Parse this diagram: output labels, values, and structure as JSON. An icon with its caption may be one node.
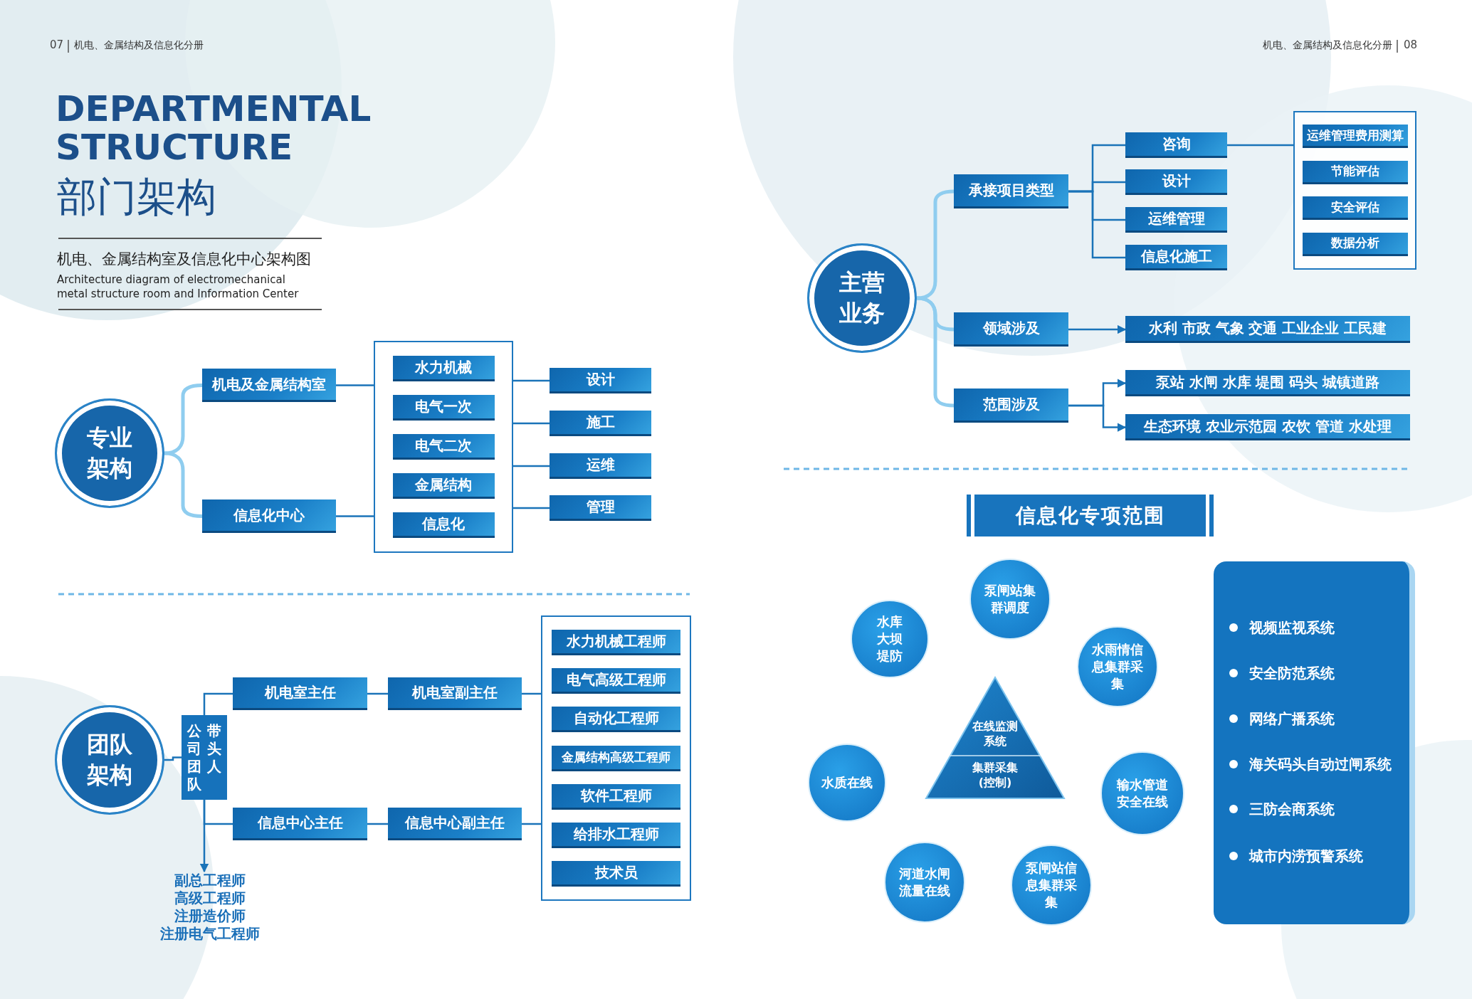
{
  "diagram": {
    "title": "DEPARTMENTAL STRUCTURE",
    "nodes": [
      {
        "text": [
          "专业架构"
        ]
      },
      {
        "text": [
          "机电及金属结构室"
        ]
      },
      {
        "text": [
          "信息化中心"
        ]
      },
      {
        "text": [],
        "shape": "box"
      },
      {
        "text": [
          "水力机械"
        ],
        "in": 3
      },
      {
        "text": [
          "电气一次"
        ],
        "in": 3
      },
      {
        "text": [
          "电气二次"
        ],
        "in": 3
      },
      {
        "text": [
          "金属结构"
        ],
        "in": 3
      },
      {
        "text": [
          "信息化"
        ],
        "in": 3
      },
      {
        "text": [
          "设计"
        ]
      },
      {
        "text": [
          "施工"
        ]
      },
      {
        "text": [
          "运维"
        ]
      },
      {
        "text": [
          "管理"
        ]
      },
      {
        "text": [
          "团队架构"
        ]
      },
      {
        "text": [
          "公司团队",
          "带头人"
        ]
      },
      {
        "text": [
          "机电室主任"
        ]
      },
      {
        "text": [
          "机电室副主任"
        ]
      },
      {
        "text": [
          "信息中心主任"
        ]
      },
      {
        "text": [
          "信息中心副主任"
        ]
      },
      {
        "text": [],
        "shape": "box"
      },
      {
        "text": [
          "水力机械工程师"
        ],
        "in": 19
      },
      {
        "text": [
          "电气高级工程师"
        ],
        "in": 19
      },
      {
        "text": [
          "自动化工程师"
        ],
        "in": 19
      },
      {
        "text": [
          "金属结构高级工程师"
        ],
        "in": 19
      },
      {
        "text": [
          "软件工程师"
        ],
        "in": 19
      },
      {
        "text": [
          "给排水工程师"
        ],
        "in": 19
      },
      {
        "text": [
          "技术员"
        ],
        "in": 19
      },
      {
        "text": [
          "副总工程师",
          "高级工程师",
          "注册造价师",
          "注册电气工程师"
        ]
      },
      {
        "text": [
          "主营业务"
        ]
      },
      {
        "text": [
          "承接项目类型"
        ]
      },
      {
        "text": [
          "咨询"
        ]
      },
      {
        "text": [
          "设计"
        ]
      },
      {
        "text": [
          "运维管理"
        ]
      },
      {
        "text": [
          "信息化施工"
        ]
      },
      {
        "text": [],
        "shape": "box"
      },
      {
        "text": [
          "运维管理费用测算"
        ],
        "in": 34
      },
      {
        "text": [
          "节能评估"
        ],
        "in": 34
      },
      {
        "text": [
          "安全评估"
        ],
        "in": 34
      },
      {
        "text": [
          "数据分析"
        ],
        "in": 34
      },
      {
        "text": [
          "领域涉及"
        ]
      },
      {
        "text": [
          "水利 市政 气象 交通 工业企业 工民建"
        ]
      },
      {
        "text": [
          "范围涉及"
        ]
      },
      {
        "text": [
          "泵站 水闸 水库 堤围 码头 城镇道路"
        ]
      },
      {
        "text": [
          "生态环境 农业示范园 农饮 管道 水处理"
        ]
      },
      {
        "text": [
          "信息化专项范围"
        ]
      },
      {
        "text": [
          "水库大坝堤防"
        ]
      },
      {
        "text": [
          "泵闸站集群调度"
        ]
      },
      {
        "text": [
          "水雨情信息集群采集"
        ]
      },
      {
        "text": [
          "在线监测系统",
          "集群采集(控制)"
        ]
      },
      {
        "text": [
          "水质在线"
        ]
      },
      {
        "text": [
          "输水管道安全在线"
        ]
      },
      {
        "text": [
          "河道水闸流量在线"
        ]
      },
      {
        "text": [
          "泵闸站信息集群采集"
        ]
      },
      {
        "text": [
          "视频监视系统",
          "安全防范系统",
          "网络广播系统",
          "海关码头自动过闸系统",
          "三防会商系统",
          "城市内涝预警系统"
        ]
      }
    ],
    "edges": [
      {
        "from": 0,
        "to": 1,
        "arrow": "none",
        "color": "#8fcdef"
      },
      {
        "from": 0,
        "to": 2,
        "arrow": "none",
        "color": "#8fcdef"
      },
      {
        "from": 1,
        "to": 3,
        "arrow": "none"
      },
      {
        "from": 2,
        "to": 3,
        "arrow": "none"
      },
      {
        "from": 3,
        "to": 9,
        "arrow": "none"
      },
      {
        "from": 3,
        "to": 10,
        "arrow": "none"
      },
      {
        "from": 3,
        "to": 11,
        "arrow": "none"
      },
      {
        "from": 3,
        "to": 12,
        "arrow": "none"
      },
      {
        "from": 13,
        "to": 14,
        "arrow": "none"
      },
      {
        "from": 14,
        "to": 15,
        "arrow": "none"
      },
      {
        "from": 14,
        "to": 17,
        "arrow": "none"
      },
      {
        "from": 14,
        "to": 27,
        "arrow": "to"
      },
      {
        "from": 15,
        "to": 16,
        "arrow": "none"
      },
      {
        "from": 16,
        "to": 19,
        "arrow": "none"
      },
      {
        "from": 17,
        "to": 18,
        "arrow": "none"
      },
      {
        "from": 18,
        "to": 19,
        "arrow": "none"
      },
      {
        "from": 28,
        "to": 29,
        "arrow": "none",
        "color": "#8fcdef"
      },
      {
        "from": 28,
        "to": 39,
        "arrow": "none",
        "color": "#8fcdef"
      },
      {
        "from": 28,
        "to": 41,
        "arrow": "none",
        "color": "#8fcdef"
      },
      {
        "from": 29,
        "to": 30,
        "arrow": "none"
      },
      {
        "from": 29,
        "to": 31,
        "arrow": "none"
      },
      {
        "from": 29,
        "to": 32,
        "arrow": "none"
      },
      {
        "from": 29,
        "to": 33,
        "arrow": "none"
      },
      {
        "from": 30,
        "to": 34,
        "arrow": "none"
      },
      {
        "from": 39,
        "to": 40,
        "arrow": "to"
      },
      {
        "from": 41,
        "to": 42,
        "arrow": "to"
      },
      {
        "from": 41,
        "to": 43,
        "arrow": "to"
      }
    ],
    "labels": [
      "07",
      "机电、金属结构及信息化分册",
      "部门架构",
      "机电、金属结构室及信息化中心架构图",
      "Architecture diagram of electromechanical metal structure room and Information Center",
      "机电、金属结构及信息化分册",
      "08"
    ]
  }
}
